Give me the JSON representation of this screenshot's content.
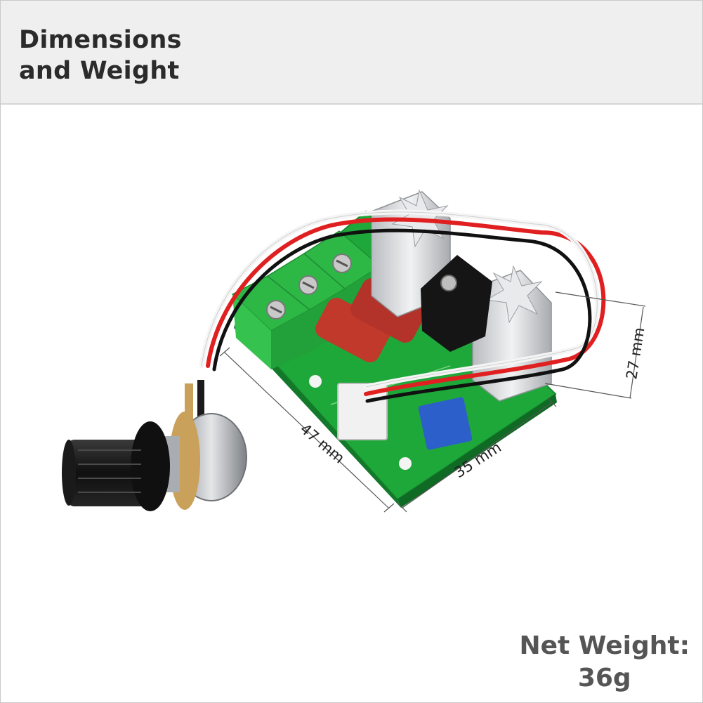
{
  "header": {
    "title_line1": "Dimensions",
    "title_line2": "and Weight"
  },
  "dimensions": {
    "length": "47 mm",
    "width": "35 mm",
    "height": "27 mm"
  },
  "weight": {
    "label": "Net Weight:",
    "value": "36g"
  },
  "colors": {
    "header_bg": "#efefef",
    "pcb_green": "#1fa83a",
    "terminal_green": "#2db845",
    "capacitor_red": "#c0392b",
    "trimmer_blue": "#2c5fc9"
  }
}
